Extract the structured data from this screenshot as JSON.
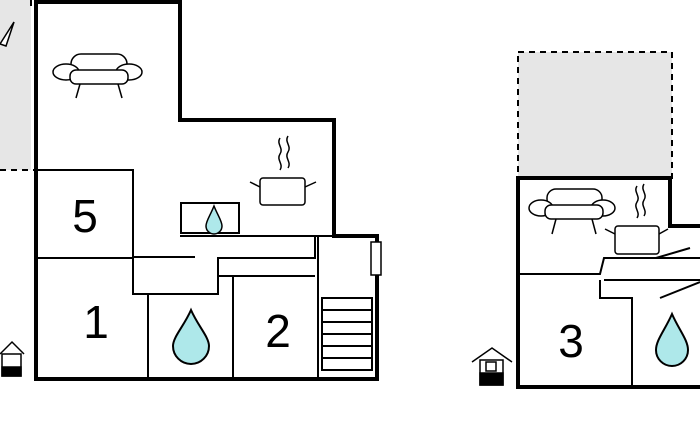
{
  "floor_plan": {
    "colors": {
      "wall": "#000000",
      "background": "#ffffff",
      "shaded_area": "#e6e6e6",
      "water": "#aee8ea"
    },
    "rooms": [
      {
        "number": "5"
      },
      {
        "number": "1"
      },
      {
        "number": "2"
      },
      {
        "number": "3"
      }
    ],
    "icons": [
      "sofa-icon",
      "cooking-pot-icon",
      "water-drop-icon",
      "house-icon",
      "staircase-icon"
    ]
  }
}
